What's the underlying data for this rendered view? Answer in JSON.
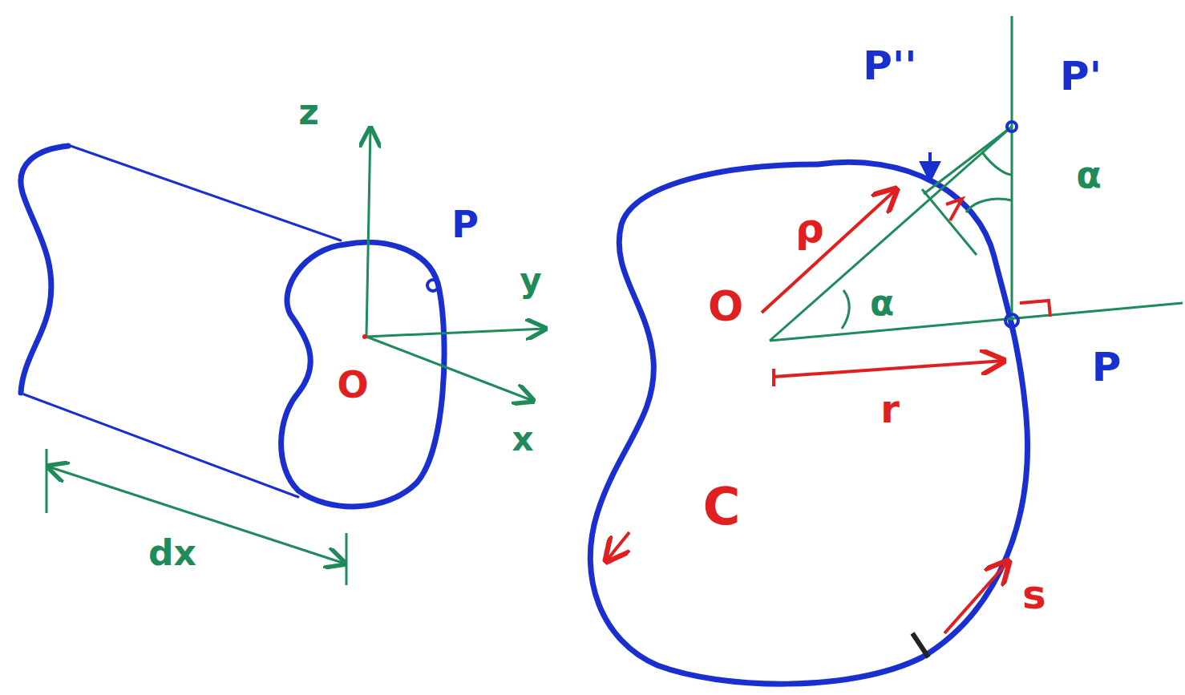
{
  "diagram": {
    "labels": [
      "z",
      "P",
      "y",
      "O",
      "x",
      "dx",
      "P''",
      "P'",
      "α",
      "ρ",
      "O",
      "α",
      "r",
      "P",
      "C",
      "s"
    ]
  }
}
